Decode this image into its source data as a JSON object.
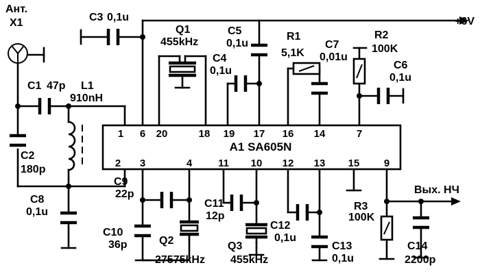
{
  "schematic": {
    "ic": {
      "label": "A1 SA605N"
    },
    "pins": {
      "p1": "1",
      "p6": "6",
      "p20": "20",
      "p18": "18",
      "p19": "19",
      "p17": "17",
      "p16": "16",
      "p14": "14",
      "p7": "7",
      "p2": "2",
      "p3": "3",
      "p4": "4",
      "p11": "11",
      "p10": "10",
      "p12": "12",
      "p13": "13",
      "p15": "15",
      "p9": "9"
    },
    "antenna": {
      "name": "Ант.",
      "ref": "X1"
    },
    "supply": {
      "label": "+6V"
    },
    "output": {
      "label": "Вых. НЧ"
    },
    "components": {
      "C1": {
        "ref": "C1",
        "value": "47p"
      },
      "C2": {
        "ref": "C2",
        "value": "180p"
      },
      "C3": {
        "ref": "C3",
        "value": "0,1u"
      },
      "C4": {
        "ref": "C4",
        "value": "0,1u"
      },
      "C5": {
        "ref": "C5",
        "value": "0,1u"
      },
      "C6": {
        "ref": "C6",
        "value": "0,1u"
      },
      "C7": {
        "ref": "C7",
        "value": "0,01u"
      },
      "C8": {
        "ref": "C8",
        "value": "0,1u"
      },
      "C9": {
        "ref": "C9",
        "value": "22p"
      },
      "C10": {
        "ref": "C10",
        "value": "36p"
      },
      "C11": {
        "ref": "C11",
        "value": "12p"
      },
      "C12": {
        "ref": "C12",
        "value": "0,1u"
      },
      "C13": {
        "ref": "C13",
        "value": "0,1u"
      },
      "C14": {
        "ref": "C14",
        "value": "2200p"
      },
      "L1": {
        "ref": "L1",
        "value": "910nH"
      },
      "R1": {
        "ref": "R1",
        "value": "5,1K"
      },
      "R2": {
        "ref": "R2",
        "value": "100K"
      },
      "R3": {
        "ref": "R3",
        "value": "100K"
      },
      "Q1": {
        "ref": "Q1",
        "value": "455kHz"
      },
      "Q2": {
        "ref": "Q2",
        "value": "27575kHz"
      },
      "Q3": {
        "ref": "Q3",
        "value": "455kHz"
      }
    }
  }
}
